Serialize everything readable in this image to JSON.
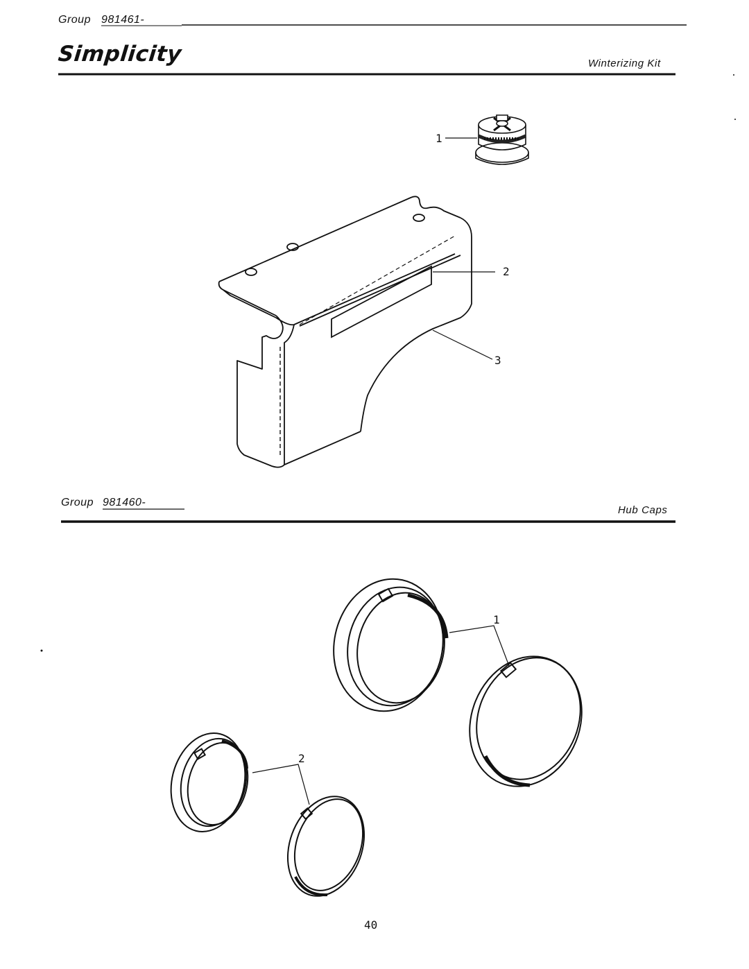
{
  "header": {
    "group_label": "Group",
    "group_number": "981461-",
    "brand": "Simplicity",
    "section_title": "Winterizing Kit"
  },
  "winterizing_kit": {
    "callouts": [
      "1",
      "2",
      "3"
    ]
  },
  "hub_caps_section": {
    "group_label": "Group",
    "group_number": "981460-",
    "section_title": "Hub Caps",
    "callouts": [
      "1",
      "2"
    ]
  },
  "footer": {
    "page_number": "40"
  }
}
